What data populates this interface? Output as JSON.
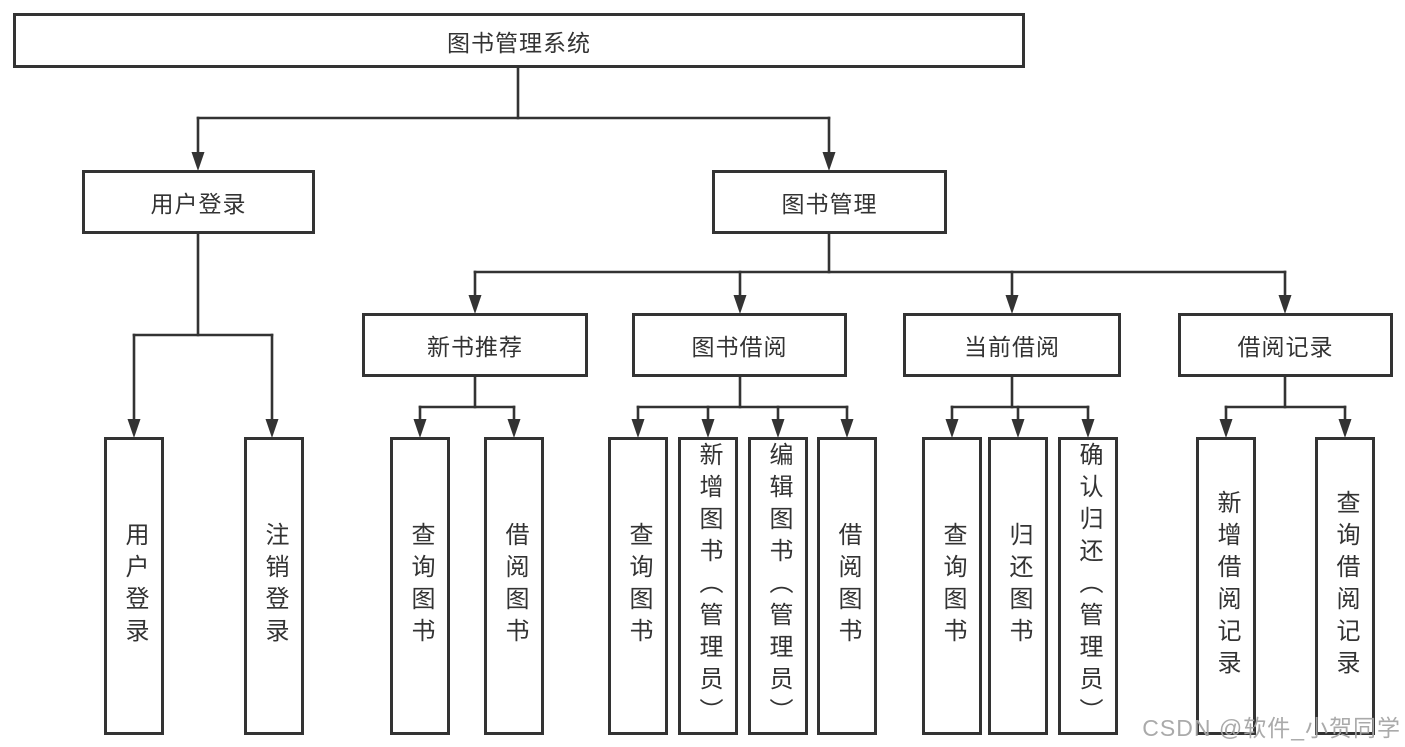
{
  "diagram": {
    "root": {
      "label": "图书管理系统"
    },
    "level2": [
      {
        "label": "用户登录"
      },
      {
        "label": "图书管理"
      }
    ],
    "level3": [
      {
        "label": "新书推荐"
      },
      {
        "label": "图书借阅"
      },
      {
        "label": "当前借阅"
      },
      {
        "label": "借阅记录"
      }
    ],
    "leaves": {
      "user_login": [
        "用户登录",
        "注销登录"
      ],
      "new_book": [
        "查询图书",
        "借阅图书"
      ],
      "book_borrow": [
        "查询图书",
        "新增图书（管理员）",
        "编辑图书（管理员）",
        "借阅图书"
      ],
      "current_borrow": [
        "查询图书",
        "归还图书",
        "确认归还（管理员）"
      ],
      "borrow_records": [
        "新增借阅记录",
        "查询借阅记录"
      ]
    }
  },
  "watermark": {
    "text": "CSDN @软件_小贺同学"
  },
  "colors": {
    "line": "#333333",
    "text": "#333333",
    "box_fill": "#ffffff",
    "background": "#ffffff",
    "watermark": "#a5a5a5"
  }
}
